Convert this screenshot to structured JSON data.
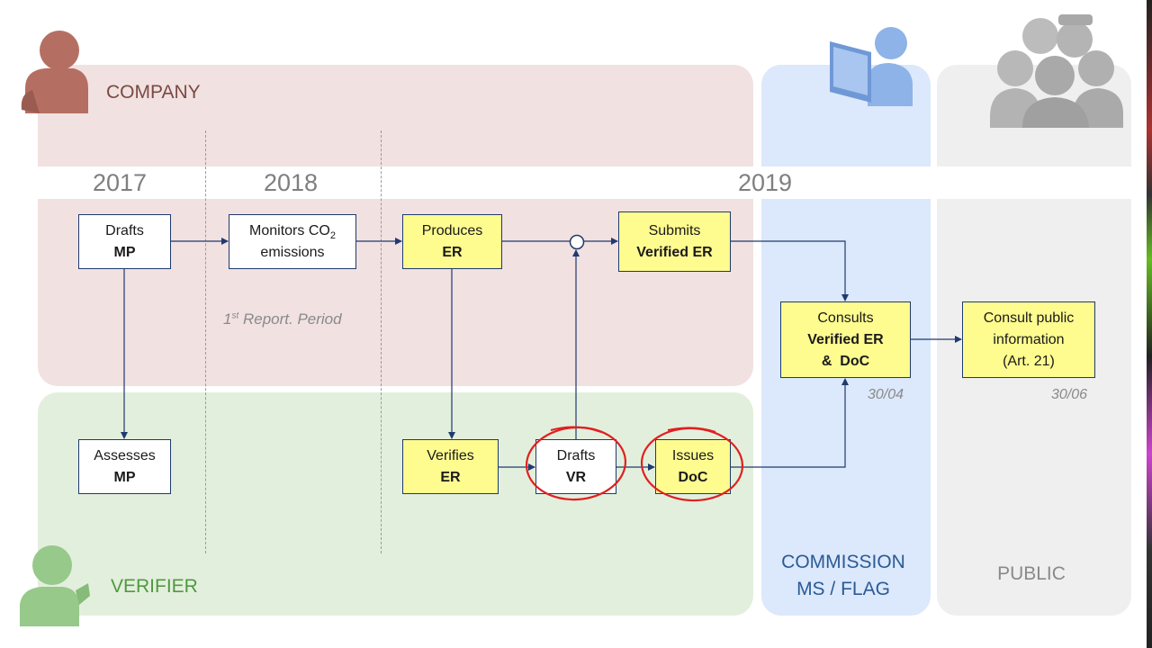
{
  "lanes": {
    "company": "COMPANY",
    "verifier": "VERIFIER",
    "commission_line1": "COMMISSION",
    "commission_line2": "MS / FLAG",
    "public": "PUBLIC"
  },
  "years": {
    "y2017": "2017",
    "y2018": "2018",
    "y2019": "2019"
  },
  "boxes": {
    "drafts_mp": {
      "line1": "Drafts",
      "line2": "MP"
    },
    "monitors": {
      "line1_pre": "Monitors CO",
      "line1_sub": "2",
      "line2": "emissions"
    },
    "produces_er": {
      "line1": "Produces",
      "line2": "ER"
    },
    "submits": {
      "line1": "Submits",
      "line2": "Verified ER"
    },
    "assesses_mp": {
      "line1": "Assesses",
      "line2": "MP"
    },
    "verifies_er": {
      "line1": "Verifies",
      "line2": "ER"
    },
    "drafts_vr": {
      "line1": "Drafts",
      "line2": "VR"
    },
    "issues_doc": {
      "line1": "Issues",
      "line2": "DoC"
    },
    "consults": {
      "line1": "Consults",
      "line2": "Verified ER",
      "line3": "&  DoC"
    },
    "consult_public": {
      "line1": "Consult public",
      "line2": "information",
      "line3": "(Art. 21)"
    }
  },
  "notes": {
    "report_period_num": "1",
    "report_period_sup": "st",
    "report_period_text": " Report. Period",
    "date_commission": "30/04",
    "date_public": "30/06"
  },
  "colors": {
    "company_lane": "#f1e1e1",
    "verifier_lane": "#e3efdd",
    "commission_lane": "#dce8fb",
    "public_lane": "#efefef",
    "box_yellow": "#fefb8f",
    "arrow": "#1f3a6e",
    "highlight_circle": "#e02020"
  },
  "icons": [
    "company-person-icon",
    "commission-computer-user-icon",
    "public-group-icon",
    "verifier-person-icon"
  ]
}
